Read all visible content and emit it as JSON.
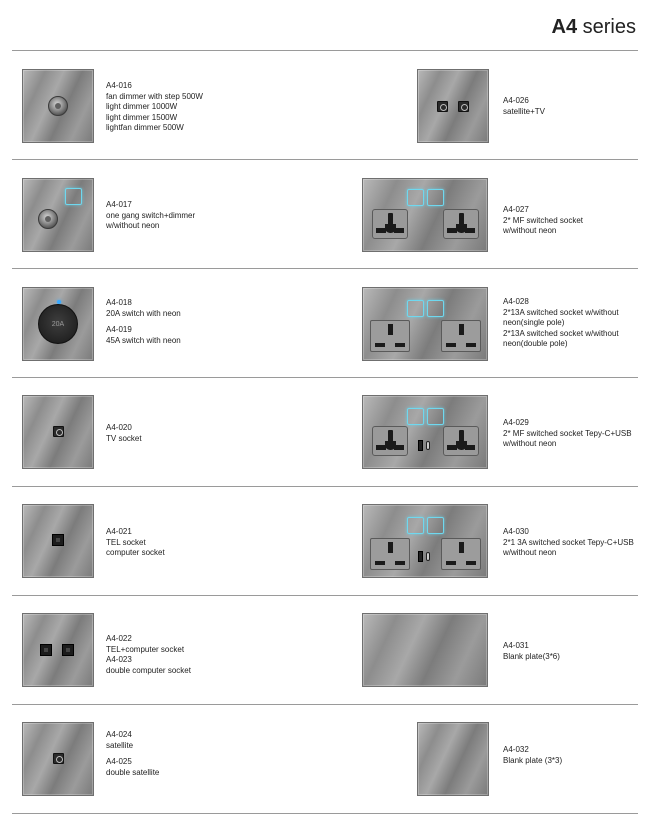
{
  "header": {
    "series_bold": "A4",
    "series_rest": " series"
  },
  "items": {
    "a4_016": {
      "code": "A4-016",
      "lines": [
        "fan dimmer with step 500W",
        "light dimmer 1000W",
        "light dimmer 1500W",
        "lightfan dimmer 500W"
      ]
    },
    "a4_026": {
      "code": "A4-026",
      "lines": [
        "satellite+TV"
      ]
    },
    "a4_017": {
      "code": "A4-017",
      "lines": [
        "one gang switch+dimmer",
        "w/without neon"
      ]
    },
    "a4_027": {
      "code": "A4-027",
      "lines": [
        "2* MF switched socket",
        "w/without neon"
      ]
    },
    "a4_018": {
      "code": "A4-018",
      "lines": [
        "20A switch with neon"
      ],
      "label": "20A"
    },
    "a4_019": {
      "code": "A4-019",
      "lines": [
        "45A switch with neon"
      ]
    },
    "a4_028": {
      "code": "A4-028",
      "lines": [
        "2*13A switched socket w/without",
        "neon(single pole)",
        "2*13A switched socket w/without",
        "neon(double pole)"
      ]
    },
    "a4_020": {
      "code": "A4-020",
      "lines": [
        "TV socket"
      ]
    },
    "a4_029": {
      "code": "A4-029",
      "lines": [
        "2* MF switched socket Tepy-C+USB",
        "w/without neon"
      ]
    },
    "a4_021": {
      "code": "A4-021",
      "lines": [
        "TEL socket",
        "computer socket"
      ]
    },
    "a4_030": {
      "code": "A4-030",
      "lines": [
        "2*1 3A switched socket Tepy-C+USB",
        "w/without neon"
      ]
    },
    "a4_022": {
      "code": "A4-022",
      "lines": [
        "TEL+computer socket"
      ]
    },
    "a4_023": {
      "code": "A4-023",
      "lines": [
        "double computer socket"
      ]
    },
    "a4_031": {
      "code": "A4-031",
      "lines": [
        "Blank plate(3*6)"
      ]
    },
    "a4_024": {
      "code": "A4-024",
      "lines": [
        "satellite"
      ]
    },
    "a4_025": {
      "code": "A4-025",
      "lines": [
        "double satellite"
      ]
    },
    "a4_032": {
      "code": "A4-032",
      "lines": [
        "Blank plate (3*3)"
      ]
    }
  },
  "colors": {
    "touch_key": "#6fd8ef",
    "neon_blue": "#38a9ff",
    "rule": "#9a9a9a"
  }
}
